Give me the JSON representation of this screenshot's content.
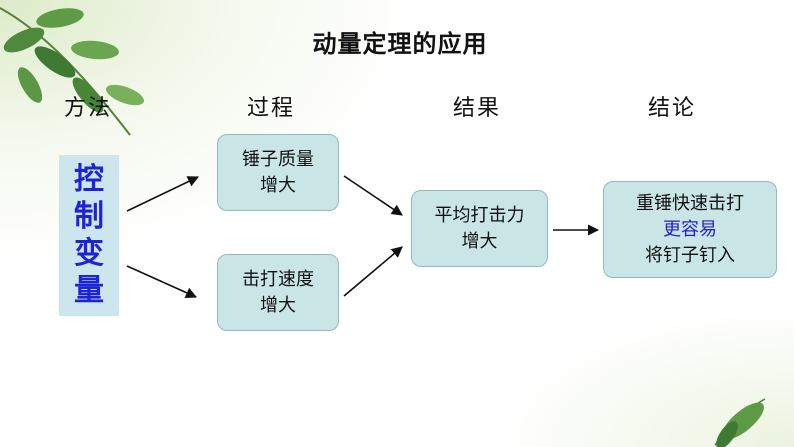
{
  "title": "动量定理的应用",
  "columns": {
    "method": "方法",
    "process": "过程",
    "result": "结果",
    "conclusion": "结论"
  },
  "method": {
    "chars": [
      "控",
      "制",
      "变",
      "量"
    ]
  },
  "process": {
    "box1": {
      "line1": "锤子质量",
      "line2": "增大"
    },
    "box2": {
      "line1": "击打速度",
      "line2": "增大"
    }
  },
  "result": {
    "box": {
      "line1": "平均打击力",
      "line2": "增大"
    }
  },
  "conclusion": {
    "box": {
      "line1": "重锤快速击打",
      "line2": "更容易",
      "line3": "将钉子钉入"
    }
  },
  "colors": {
    "box_fill": "#c9e5e6",
    "box_border": "#98b9bb",
    "method_fill": "#cde6ed",
    "method_text": "#1d24d6",
    "highlight_text": "#2222cc"
  }
}
